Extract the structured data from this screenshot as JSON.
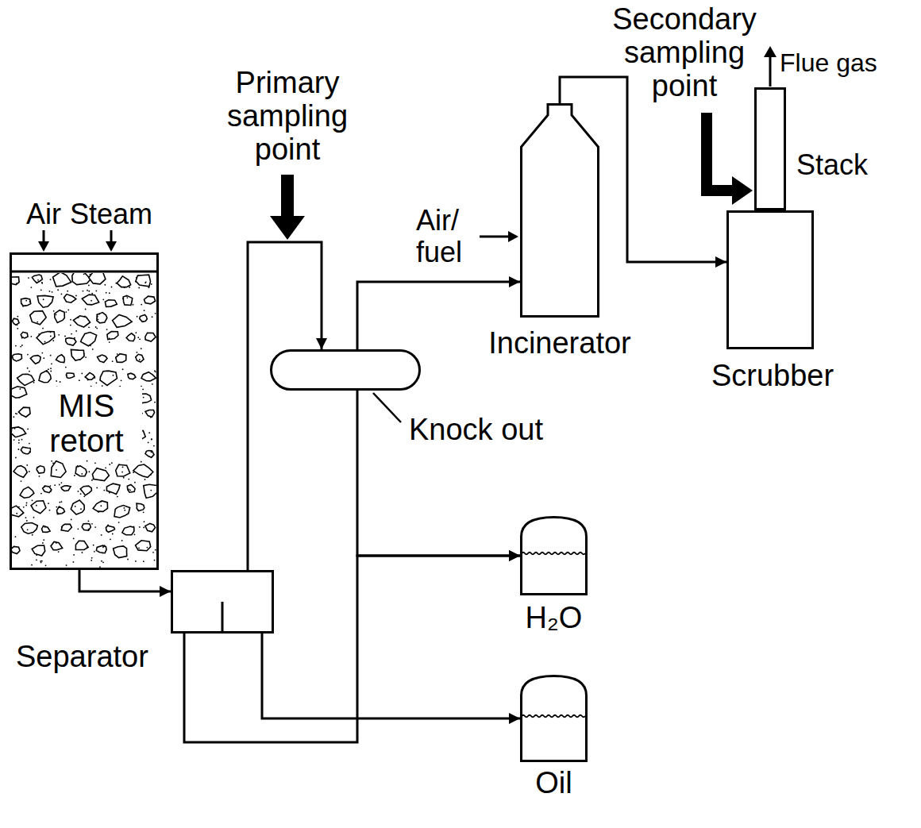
{
  "diagram": {
    "nodes": [
      {
        "text": [
          "MIS retort"
        ]
      },
      {
        "text": [
          "Separator"
        ]
      },
      {
        "text": [
          "Knock out"
        ]
      },
      {
        "text": [
          "Incinerator"
        ]
      },
      {
        "text": [
          "Stack"
        ]
      },
      {
        "text": [
          "Scrubber"
        ]
      },
      {
        "text": [
          "H₂O"
        ]
      },
      {
        "text": [
          "Oil"
        ]
      }
    ],
    "edges": [
      {
        "from": 0,
        "to": 1,
        "arrow": "to"
      },
      {
        "from": 1,
        "to": 2,
        "arrow": "to"
      },
      {
        "from": 2,
        "to": 3,
        "arrow": "to"
      },
      {
        "from": 3,
        "to": 5,
        "arrow": "to"
      },
      {
        "from": 2,
        "to": 6,
        "arrow": "to"
      },
      {
        "from": 1,
        "to": 6,
        "arrow": "to"
      },
      {
        "from": 1,
        "to": 7,
        "arrow": "to"
      }
    ],
    "labels": [
      "Air",
      "Steam",
      "Primary sampling point",
      "Air/ fuel",
      "Secondary sampling point",
      "Flue gas"
    ]
  }
}
